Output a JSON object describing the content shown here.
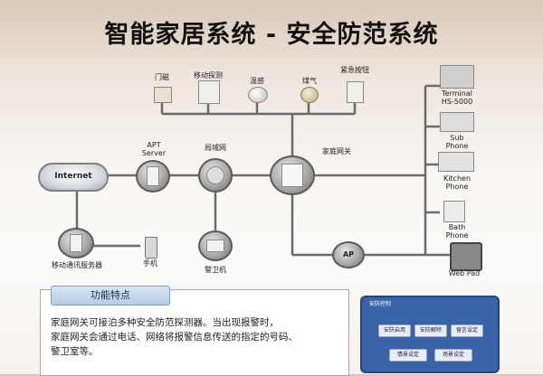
{
  "title": "智能家居系统 - 安全防范系统",
  "sensors": {
    "door": "门磁",
    "motion": "移动探测",
    "temp": "温感",
    "gas": "煤气",
    "emergency": "紧急按钮"
  },
  "network": {
    "internet": "Internet",
    "apt_server_line1": "APT",
    "apt_server_line2": "Server",
    "lan": "局域网",
    "gateway": "家庭网关",
    "mobile_server": "移动通讯服务器",
    "mobile": "手机",
    "guard": "警卫机",
    "ap": "AP"
  },
  "devices": {
    "terminal_line1": "Terminal",
    "terminal_line2": "HS-5000",
    "sub_line1": "Sub",
    "sub_line2": "Phone",
    "kitchen_line1": "Kitchen",
    "kitchen_line2": "Phone",
    "bath_line1": "Bath",
    "bath_line2": "Phone",
    "webpad": "Web Pad"
  },
  "features": {
    "heading": "功能特点",
    "text": "家庭网关可接泊多种安全防范探测器。当出现报警时，\n家庭网关会通过电话、网络将报警信息传送的指定的号码、\n警卫室等。"
  },
  "keypad": {
    "title": "安防控制",
    "btn1": "安防启用",
    "btn2": "安防解除",
    "btn3": "留言设定",
    "btn4": "情景设定",
    "btn5": "场景设定"
  },
  "colors": {
    "line": "#6b6b6b",
    "panel_blue": "#3a63a8"
  }
}
